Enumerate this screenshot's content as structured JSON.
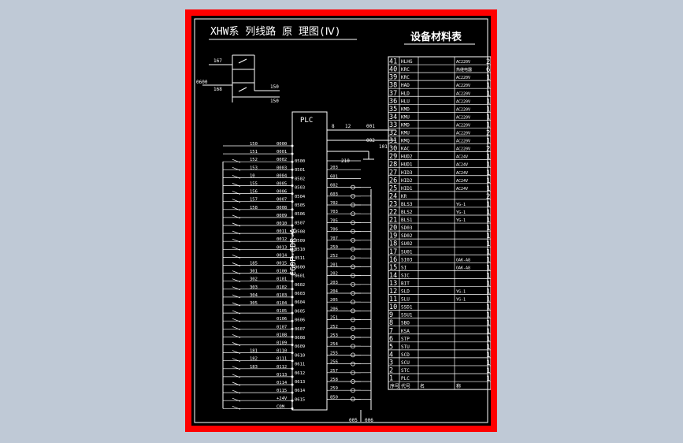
{
  "diagram": {
    "title": "XHW系 列线路 原 理图(Ⅳ)",
    "plc_label": "PLC",
    "plc_model": "C60P-CDR-A",
    "material_title": "设备材料表",
    "footer_labels": [
      "序号",
      "代号",
      "名",
      "称"
    ],
    "left_inputs": [
      "0000",
      "0001",
      "0002",
      "0003",
      "0004",
      "0005",
      "0006",
      "0007",
      "0008",
      "0009",
      "0010",
      "0011",
      "0012",
      "0013",
      "0014",
      "0015",
      "0100",
      "0101",
      "0102",
      "0103",
      "0104",
      "0105",
      "0106",
      "0107",
      "0108",
      "0109",
      "0110",
      "0111",
      "0112",
      "0113",
      "0114",
      "0115",
      "+24V",
      "COM"
    ],
    "left_wires": [
      "150",
      "151",
      "152",
      "153",
      "10",
      "155",
      "156",
      "157",
      "158",
      "",
      "",
      "",
      "",
      "",
      "",
      "185",
      "301",
      "302",
      "303",
      "304",
      "305",
      "",
      "",
      "",
      "",
      "",
      "181",
      "182",
      "183",
      "",
      "",
      "",
      ""
    ],
    "right_outputs": [
      "0500",
      "0501",
      "0502",
      "0503",
      "0504",
      "0505",
      "0506",
      "0507",
      "0508",
      "0509",
      "0510",
      "0511",
      "0600",
      "0601",
      "0602",
      "0603",
      "0604",
      "0605",
      "0606",
      "0607",
      "0608",
      "0609",
      "0610",
      "0611",
      "0612",
      "0613",
      "0614",
      "0615"
    ],
    "right_wires": [
      "",
      "203",
      "601",
      "602",
      "603",
      "702",
      "703",
      "705",
      "706",
      "707",
      "250",
      "252",
      "201",
      "202",
      "203",
      "204",
      "205",
      "206",
      "251",
      "252",
      "253",
      "254",
      "255",
      "256",
      "257",
      "258",
      "259",
      "850"
    ],
    "bottom_labels": [
      "005",
      "006"
    ],
    "top_right_wires": [
      "8",
      "12",
      "001",
      "002",
      "101",
      "210"
    ],
    "top_left_labels": [
      "167",
      "168",
      "150",
      "150",
      "0600"
    ],
    "materials": [
      {
        "no": "41",
        "code": "HLHG",
        "spec": "AC220V",
        "qty": "2"
      },
      {
        "no": "40",
        "code": "KRC",
        "spec": "热继电器",
        "qty": "6"
      },
      {
        "no": "39",
        "code": "KRC",
        "spec": "AC220V",
        "qty": "1"
      },
      {
        "no": "38",
        "code": "HAD",
        "spec": "AC220V",
        "qty": "1"
      },
      {
        "no": "37",
        "code": "HLD",
        "spec": "AC220V",
        "qty": "1"
      },
      {
        "no": "36",
        "code": "HLU",
        "spec": "AC220V",
        "qty": "1"
      },
      {
        "no": "35",
        "code": "KMD",
        "spec": "AC220V",
        "qty": "1"
      },
      {
        "no": "34",
        "code": "KMU",
        "spec": "AC220V",
        "qty": "1"
      },
      {
        "no": "33",
        "code": "KMD",
        "spec": "AC220V",
        "qty": "1"
      },
      {
        "no": "32",
        "code": "KMU",
        "spec": "AC220V",
        "qty": "2"
      },
      {
        "no": "31",
        "code": "KMQ",
        "spec": "AC220V",
        "qty": "1"
      },
      {
        "no": "30",
        "code": "KAC",
        "spec": "AC220V",
        "qty": "2"
      },
      {
        "no": "29",
        "code": "HUD2",
        "spec": "AC24V",
        "qty": "1"
      },
      {
        "no": "28",
        "code": "HUD1",
        "spec": "AC24V",
        "qty": "1"
      },
      {
        "no": "27",
        "code": "HID3",
        "spec": "AC24V",
        "qty": "1"
      },
      {
        "no": "26",
        "code": "HID2",
        "spec": "AC24V",
        "qty": "1"
      },
      {
        "no": "25",
        "code": "HID1",
        "spec": "AC24V",
        "qty": "1"
      },
      {
        "no": "24",
        "code": "KR",
        "spec": "",
        "qty": "2"
      },
      {
        "no": "23",
        "code": "BLS3",
        "spec": "YG-1",
        "qty": "1"
      },
      {
        "no": "22",
        "code": "BLS2",
        "spec": "YG-1",
        "qty": "1"
      },
      {
        "no": "21",
        "code": "BLS1",
        "spec": "YG-1",
        "qty": "1"
      },
      {
        "no": "20",
        "code": "SD03",
        "spec": "",
        "qty": "1"
      },
      {
        "no": "19",
        "code": "SD02",
        "spec": "",
        "qty": "1"
      },
      {
        "no": "18",
        "code": "SU02",
        "spec": "",
        "qty": "1"
      },
      {
        "no": "17",
        "code": "SU01",
        "spec": "",
        "qty": "1"
      },
      {
        "no": "16",
        "code": "SI03",
        "spec": "OAK-A8",
        "qty": "1"
      },
      {
        "no": "15",
        "code": "SI",
        "spec": "OAK-A8",
        "qty": "1"
      },
      {
        "no": "14",
        "code": "SIC",
        "spec": "",
        "qty": "1"
      },
      {
        "no": "13",
        "code": "BIT",
        "spec": "",
        "qty": "1"
      },
      {
        "no": "12",
        "code": "SLD",
        "spec": "YG-1",
        "qty": "1"
      },
      {
        "no": "11",
        "code": "SLU",
        "spec": "YG-1",
        "qty": "1"
      },
      {
        "no": "10",
        "code": "SSD1",
        "spec": "",
        "qty": "1"
      },
      {
        "no": "9",
        "code": "SSU1",
        "spec": "",
        "qty": "1"
      },
      {
        "no": "8",
        "code": "SBO",
        "spec": "",
        "qty": "1"
      },
      {
        "no": "7",
        "code": "KSA",
        "spec": "",
        "qty": "1"
      },
      {
        "no": "6",
        "code": "STP",
        "spec": "",
        "qty": "1"
      },
      {
        "no": "5",
        "code": "STU",
        "spec": "",
        "qty": "1"
      },
      {
        "no": "4",
        "code": "SCD",
        "spec": "",
        "qty": "1"
      },
      {
        "no": "3",
        "code": "SCU",
        "spec": "",
        "qty": "1"
      },
      {
        "no": "2",
        "code": "STC",
        "spec": "",
        "qty": "1"
      },
      {
        "no": "1",
        "code": "PLC",
        "spec": "",
        "qty": "1"
      }
    ]
  }
}
